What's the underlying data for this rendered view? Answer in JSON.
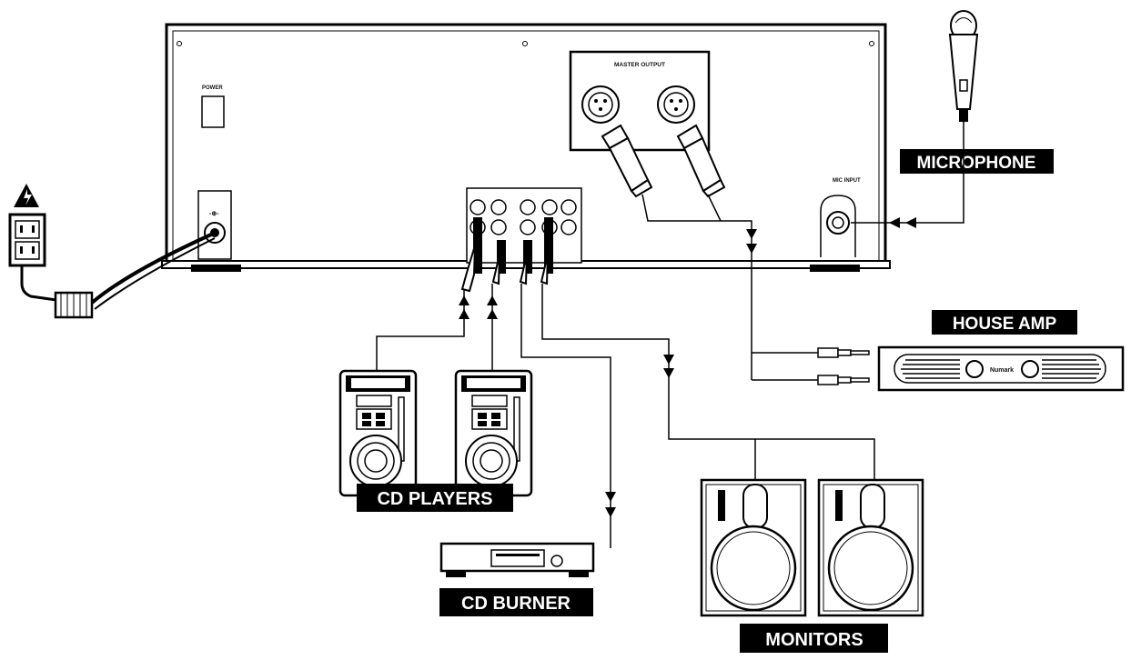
{
  "mixer": {
    "power_label": "POWER",
    "master_output_label": "MASTER OUTPUT",
    "mic_input_label": "MIC INPUT"
  },
  "labels": {
    "microphone": "MICROPHONE",
    "house_amp": "HOUSE AMP",
    "cd_players": "CD PLAYERS",
    "cd_burner": "CD BURNER",
    "monitors": "MONITORS"
  },
  "amp_brand": "Numark",
  "icons": [
    "power-outlet-icon",
    "high-voltage-warning-icon",
    "power-adapter-icon",
    "microphone-icon",
    "cd-player-icon",
    "cd-burner-icon",
    "monitor-speaker-icon",
    "house-amp-icon",
    "xlr-connector-icon",
    "rca-connector-icon",
    "quarter-inch-plug-icon"
  ],
  "colors": {
    "ink": "#000000",
    "label_bg": "#000000",
    "label_text": "#ffffff"
  }
}
